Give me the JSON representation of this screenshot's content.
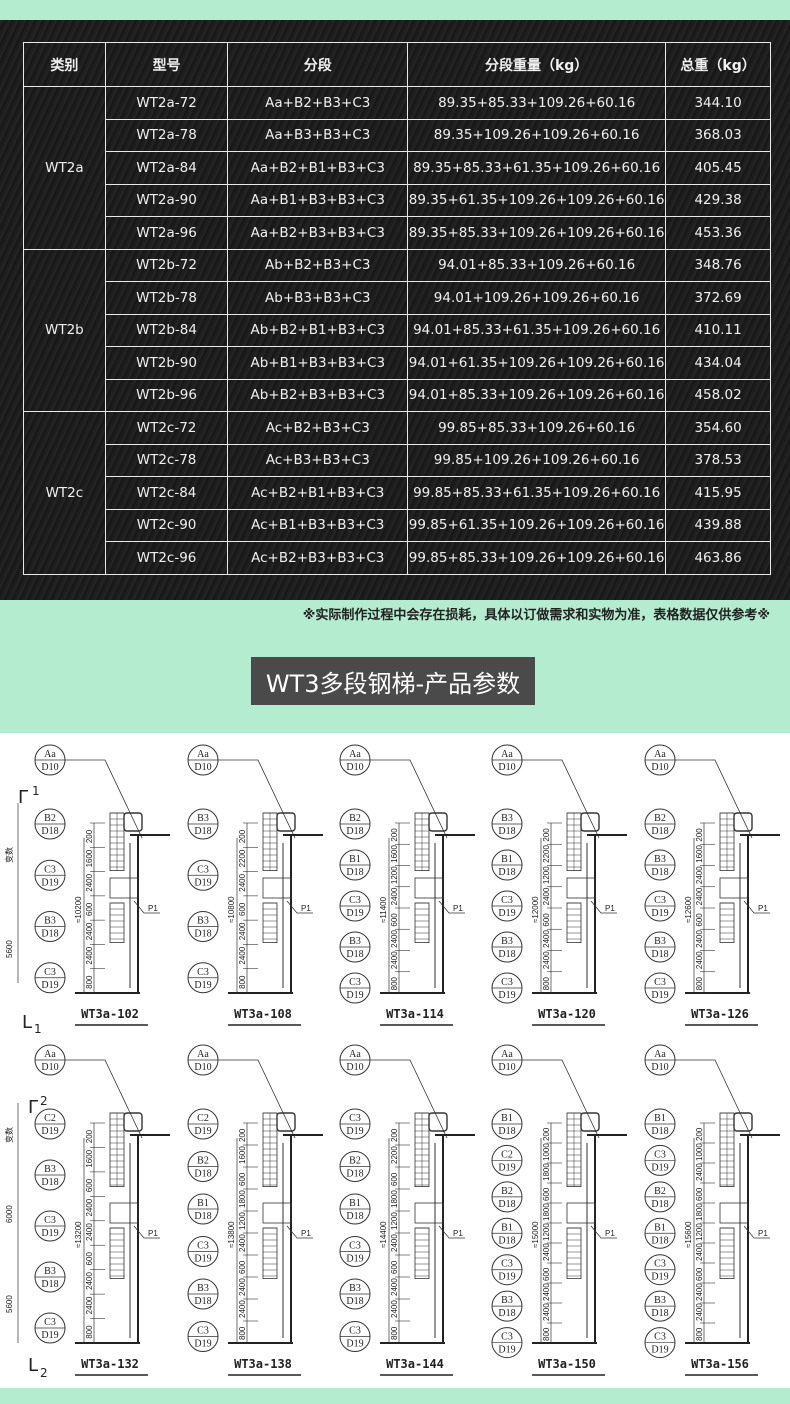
{
  "table": {
    "headers": [
      "类别",
      "型号",
      "分段",
      "分段重量（kg）",
      "总重（kg）"
    ],
    "groups": [
      {
        "category": "WT2a",
        "rows": [
          {
            "model": "WT2a-72",
            "segments": "Aa+B2+B3+C3",
            "segment_weights": "89.35+85.33+109.26+60.16",
            "total": "344.10"
          },
          {
            "model": "WT2a-78",
            "segments": "Aa+B3+B3+C3",
            "segment_weights": "89.35+109.26+109.26+60.16",
            "total": "368.03"
          },
          {
            "model": "WT2a-84",
            "segments": "Aa+B2+B1+B3+C3",
            "segment_weights": "89.35+85.33+61.35+109.26+60.16",
            "total": "405.45"
          },
          {
            "model": "WT2a-90",
            "segments": "Aa+B1+B3+B3+C3",
            "segment_weights": "89.35+61.35+109.26+109.26+60.16",
            "total": "429.38"
          },
          {
            "model": "WT2a-96",
            "segments": "Aa+B2+B3+B3+C3",
            "segment_weights": "89.35+85.33+109.26+109.26+60.16",
            "total": "453.36"
          }
        ]
      },
      {
        "category": "WT2b",
        "rows": [
          {
            "model": "WT2b-72",
            "segments": "Ab+B2+B3+C3",
            "segment_weights": "94.01+85.33+109.26+60.16",
            "total": "348.76"
          },
          {
            "model": "WT2b-78",
            "segments": "Ab+B3+B3+C3",
            "segment_weights": "94.01+109.26+109.26+60.16",
            "total": "372.69"
          },
          {
            "model": "WT2b-84",
            "segments": "Ab+B2+B1+B3+C3",
            "segment_weights": "94.01+85.33+61.35+109.26+60.16",
            "total": "410.11"
          },
          {
            "model": "WT2b-90",
            "segments": "Ab+B1+B3+B3+C3",
            "segment_weights": "94.01+61.35+109.26+109.26+60.16",
            "total": "434.04"
          },
          {
            "model": "WT2b-96",
            "segments": "Ab+B2+B3+B3+C3",
            "segment_weights": "94.01+85.33+109.26+109.26+60.16",
            "total": "458.02"
          }
        ]
      },
      {
        "category": "WT2c",
        "rows": [
          {
            "model": "WT2c-72",
            "segments": "Ac+B2+B3+C3",
            "segment_weights": "99.85+85.33+109.26+60.16",
            "total": "354.60"
          },
          {
            "model": "WT2c-78",
            "segments": "Ac+B3+B3+C3",
            "segment_weights": "99.85+109.26+109.26+60.16",
            "total": "378.53"
          },
          {
            "model": "WT2c-84",
            "segments": "Ac+B2+B1+B3+C3",
            "segment_weights": "99.85+85.33+61.35+109.26+60.16",
            "total": "415.95"
          },
          {
            "model": "WT2c-90",
            "segments": "Ac+B1+B3+B3+C3",
            "segment_weights": "99.85+61.35+109.26+109.26+60.16",
            "total": "439.88"
          },
          {
            "model": "WT2c-96",
            "segments": "Ac+B2+B3+B3+C3",
            "segment_weights": "99.85+85.33+109.26+109.26+60.16",
            "total": "463.86"
          }
        ]
      }
    ]
  },
  "note": "※实际制作过程中会存在损耗，具体以订做需求和实物为准，表格数据仅供参考※",
  "section_title": "WT3多段钢梯-产品参数",
  "drawings": {
    "row1_marker_top": "1",
    "row1_marker_bottom": "1",
    "row2_marker_top": "2",
    "row2_marker_bottom": "2",
    "side_label": "变数",
    "row1_side_dims": [
      "5600"
    ],
    "row2_side_dims": [
      "6000",
      "5600"
    ],
    "row1": [
      {
        "caption": "WT3a-102",
        "total": "≈10200",
        "labels": [
          [
            "Aa",
            "D10"
          ],
          [
            "B2",
            "D18"
          ],
          [
            "C3",
            "D19"
          ],
          [
            "B3",
            "D18"
          ],
          [
            "C3",
            "D19"
          ]
        ],
        "dims": [
          "200",
          "1600",
          "2400",
          "600",
          "2400",
          "2400",
          "800"
        ]
      },
      {
        "caption": "WT3a-108",
        "total": "≈10800",
        "labels": [
          [
            "Aa",
            "D10"
          ],
          [
            "B3",
            "D18"
          ],
          [
            "C3",
            "D19"
          ],
          [
            "B3",
            "D18"
          ],
          [
            "C3",
            "D19"
          ]
        ],
        "dims": [
          "200",
          "2200",
          "2400",
          "600",
          "2400",
          "2400",
          "800"
        ]
      },
      {
        "caption": "WT3a-114",
        "total": "≈11400",
        "labels": [
          [
            "Aa",
            "D10"
          ],
          [
            "B2",
            "D18"
          ],
          [
            "B1",
            "D18"
          ],
          [
            "C3",
            "D19"
          ],
          [
            "B3",
            "D18"
          ],
          [
            "C3",
            "D19"
          ]
        ],
        "dims": [
          "200",
          "1600",
          "1200",
          "2400",
          "600",
          "2400",
          "2400",
          "800"
        ]
      },
      {
        "caption": "WT3a-120",
        "total": "≈12000",
        "labels": [
          [
            "Aa",
            "D10"
          ],
          [
            "B3",
            "D18"
          ],
          [
            "B1",
            "D18"
          ],
          [
            "C3",
            "D19"
          ],
          [
            "B3",
            "D18"
          ],
          [
            "C3",
            "D19"
          ]
        ],
        "dims": [
          "200",
          "2200",
          "1200",
          "2400",
          "600",
          "2400",
          "2400",
          "800"
        ]
      },
      {
        "caption": "WT3a-126",
        "total": "≈12600",
        "labels": [
          [
            "Aa",
            "D10"
          ],
          [
            "B2",
            "D18"
          ],
          [
            "B3",
            "D18"
          ],
          [
            "C3",
            "D19"
          ],
          [
            "B3",
            "D18"
          ],
          [
            "C3",
            "D19"
          ]
        ],
        "dims": [
          "200",
          "1600",
          "2400",
          "2400",
          "600",
          "2400",
          "2400",
          "800"
        ]
      }
    ],
    "row2": [
      {
        "caption": "WT3a-132",
        "total": "≈13200",
        "labels": [
          [
            "Aa",
            "D10"
          ],
          [
            "C2",
            "D19"
          ],
          [
            "B3",
            "D18"
          ],
          [
            "C3",
            "D19"
          ],
          [
            "B3",
            "D18"
          ],
          [
            "C3",
            "D19"
          ]
        ],
        "dims": [
          "200",
          "1600",
          "600",
          "2400",
          "2400",
          "600",
          "2400",
          "2400",
          "800"
        ]
      },
      {
        "caption": "WT3a-138",
        "total": "≈13800",
        "labels": [
          [
            "Aa",
            "D10"
          ],
          [
            "C2",
            "D19"
          ],
          [
            "B2",
            "D18"
          ],
          [
            "B1",
            "D18"
          ],
          [
            "C3",
            "D19"
          ],
          [
            "B3",
            "D18"
          ],
          [
            "C3",
            "D19"
          ]
        ],
        "dims": [
          "200",
          "1600",
          "600",
          "1800",
          "1200",
          "2400",
          "600",
          "2400",
          "2400",
          "800"
        ]
      },
      {
        "caption": "WT3a-144",
        "total": "≈14400",
        "labels": [
          [
            "Aa",
            "D10"
          ],
          [
            "C3",
            "D19"
          ],
          [
            "B2",
            "D18"
          ],
          [
            "B1",
            "D18"
          ],
          [
            "C3",
            "D19"
          ],
          [
            "B3",
            "D18"
          ],
          [
            "C3",
            "D19"
          ]
        ],
        "dims": [
          "200",
          "2200",
          "600",
          "1800",
          "1200",
          "2400",
          "600",
          "2400",
          "2400",
          "800"
        ]
      },
      {
        "caption": "WT3a-150",
        "total": "≈15000",
        "labels": [
          [
            "Aa",
            "D10"
          ],
          [
            "B1",
            "D18"
          ],
          [
            "C2",
            "D19"
          ],
          [
            "B2",
            "D18"
          ],
          [
            "B1",
            "D18"
          ],
          [
            "C3",
            "D19"
          ],
          [
            "B3",
            "D18"
          ],
          [
            "C3",
            "D19"
          ]
        ],
        "dims": [
          "200",
          "1000",
          "1800",
          "600",
          "1800",
          "1200",
          "2400",
          "600",
          "2400",
          "2400",
          "800"
        ]
      },
      {
        "caption": "WT3a-156",
        "total": "≈15600",
        "labels": [
          [
            "Aa",
            "D10"
          ],
          [
            "B1",
            "D18"
          ],
          [
            "C3",
            "D19"
          ],
          [
            "B2",
            "D18"
          ],
          [
            "B1",
            "D18"
          ],
          [
            "C3",
            "D19"
          ],
          [
            "B3",
            "D18"
          ],
          [
            "C3",
            "D19"
          ]
        ],
        "dims": [
          "200",
          "1000",
          "2400",
          "600",
          "1800",
          "1200",
          "2400",
          "600",
          "2400",
          "2400",
          "800"
        ]
      }
    ],
    "callout": "P1"
  }
}
